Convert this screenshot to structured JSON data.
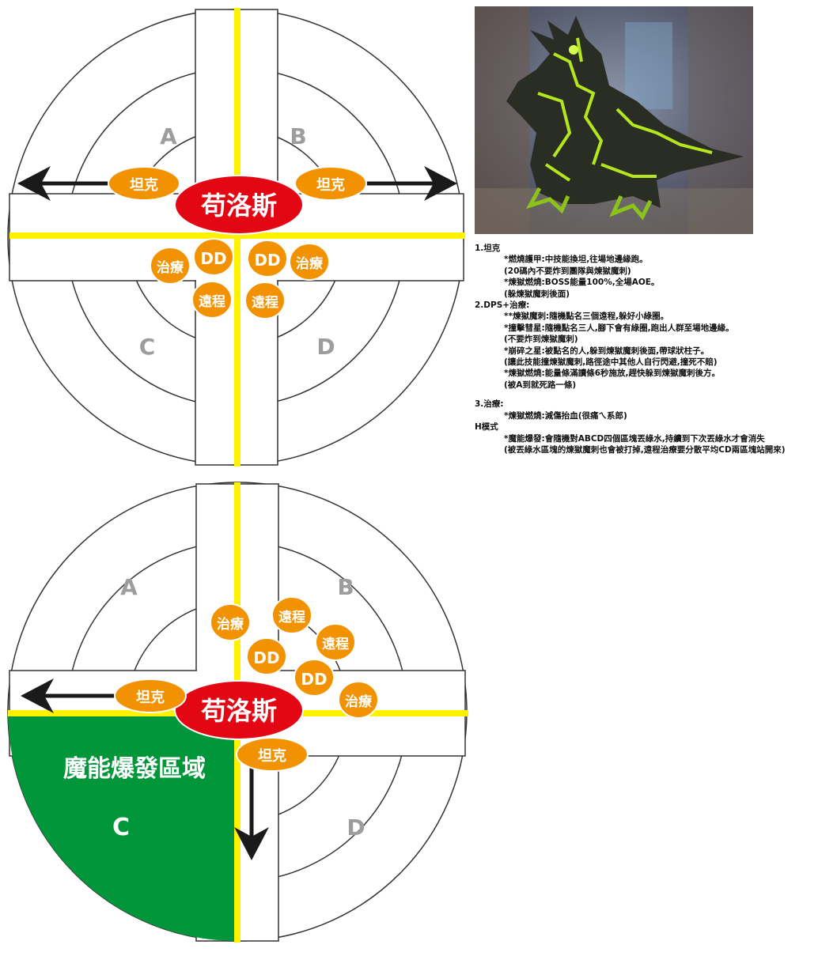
{
  "diagram1": {
    "zones": [
      "A",
      "B",
      "C",
      "D"
    ],
    "boss": "苟洛斯",
    "tank_left": "坦克",
    "tank_right": "坦克",
    "healer_left": "治療",
    "healer_right": "治療",
    "dd_left": "DD",
    "dd_right": "DD",
    "ranged_left": "遠程",
    "ranged_right": "遠程"
  },
  "diagram2": {
    "zones": [
      "A",
      "B",
      "C",
      "D"
    ],
    "boss": "苟洛斯",
    "healer_top": "治療",
    "ranged_top": "遠程",
    "ranged_mid": "遠程",
    "dd_1": "DD",
    "dd_2": "DD",
    "healer_right": "治療",
    "tank_left": "坦克",
    "tank_bottom": "坦克",
    "zone_label": "魔能爆發區域"
  },
  "colors": {
    "yellow": "#fff200",
    "orange": "#f39200",
    "red": "#e30613",
    "green": "#009639",
    "zone_letter": "#9d9d9d"
  },
  "notes": [
    {
      "cls": "h",
      "text": "1.坦克"
    },
    {
      "cls": "i",
      "text": "*燃燒護甲:中技能換坦,往場地邊緣跑。"
    },
    {
      "cls": "i",
      "text": "(20碼內不要炸到團隊與煉獄魔刺)"
    },
    {
      "cls": "i",
      "text": "*煉獄燃燒:BOSS能量100%,全場AOE。"
    },
    {
      "cls": "i",
      "text": "(躲煉獄魔刺後面)"
    },
    {
      "cls": "h",
      "text": "2.DPS+治療:"
    },
    {
      "cls": "i",
      "text": "**煉獄魔刺:隨機點名三個遠程,躲好小綠圈。"
    },
    {
      "cls": "i",
      "text": "*撞擊彗星:隨機點名三人,腳下會有綠圈,跑出人群至場地邊緣。"
    },
    {
      "cls": "i",
      "text": "(不要炸到煉獄魔刺)"
    },
    {
      "cls": "i",
      "text": "*崩碎之星:被點名的人,躲到煉獄魔刺後面,帶球狀柱子。"
    },
    {
      "cls": "i",
      "text": "(讓此技能撞煉獄魔刺,路徑途中其他人自行閃避,撞死不賠)"
    },
    {
      "cls": "i",
      "text": "*煉獄燃燒:能量條滿讀條6秒施放,趕快躲到煉獄魔刺後方。"
    },
    {
      "cls": "i",
      "text": "(被A到就死路一條)"
    },
    {
      "cls": "gap",
      "text": ""
    },
    {
      "cls": "h",
      "text": "3.治療:"
    },
    {
      "cls": "i",
      "text": "*煉獄燃燒:減傷抬血(很痛ㄟ系郎)"
    },
    {
      "cls": "h",
      "text": "H模式"
    },
    {
      "cls": "i",
      "text": "*魔能爆發:會隨機對ABCD四個區塊丟綠水,持續到下次丟綠水才會消失"
    },
    {
      "cls": "i",
      "text": "(被丟綠水區塊的煉獄魔刺也會被打掉,遠程治療要分散平均CD兩區塊站開來)"
    }
  ]
}
